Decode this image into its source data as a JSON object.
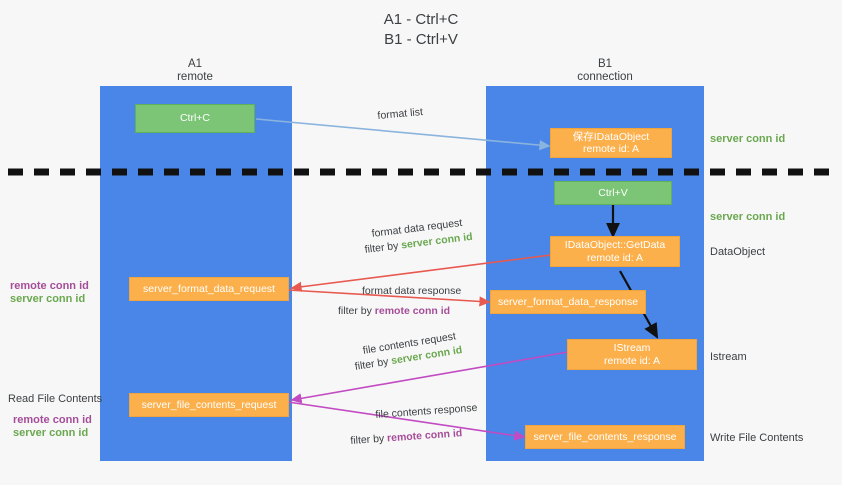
{
  "title": {
    "line1": "A1 - Ctrl+C",
    "line2": "B1 - Ctrl+V"
  },
  "columns": [
    {
      "name": "A1",
      "role": "remote"
    },
    {
      "name": "B1",
      "role": "connection"
    }
  ],
  "boxes": {
    "ctrl_c": "Ctrl+C",
    "ctrl_v": "Ctrl+V",
    "save_idataobject": {
      "line1": "保存IDataObject",
      "line2": "remote id: A"
    },
    "getdata": {
      "line1": "IDataObject::GetData",
      "line2": "remote id: A"
    },
    "istream": {
      "line1": "IStream",
      "line2": "remote id: A"
    },
    "server_format_data_request": "server_format_data_request",
    "server_format_data_response": "server_format_data_response",
    "server_file_contents_request": "server_file_contents_request",
    "server_file_contents_response": "server_file_contents_response"
  },
  "edges": {
    "format_list": "format list",
    "format_data_request": "format data request",
    "format_data_request_filter_prefix": "filter by ",
    "format_data_request_filter_key": "server conn id",
    "format_data_response": "format data response",
    "format_data_response_filter_prefix": "filter by ",
    "format_data_response_filter_key": "remote conn id",
    "file_contents_request": "file contents request",
    "file_contents_request_filter_prefix": "filter by ",
    "file_contents_request_filter_key": "server conn id",
    "file_contents_response": "file contents response",
    "file_contents_response_filter_prefix": "filter by ",
    "file_contents_response_filter_key": "remote conn id"
  },
  "side_labels": {
    "right_server_conn_id_top": "server conn id",
    "right_server_conn_id_mid": "server conn id",
    "right_dataobject": "DataObject",
    "right_istream": "Istream",
    "right_write_file_contents": "Write File Contents",
    "left_remote_conn_id_1": "remote conn id",
    "left_server_conn_id_1": "server conn id",
    "left_read_file_contents": "Read File Contents",
    "left_remote_conn_id_2": "remote conn id",
    "left_server_conn_id_2": "server conn id"
  },
  "colors": {
    "background": "#f7f7f7",
    "lane": "#4a86e8",
    "green_box": "#7cc576",
    "orange_box": "#fbb04c",
    "server_conn_id": "#6aa84f",
    "remote_conn_id": "#a64d9a",
    "arrow_blue": "#8ab4dd",
    "arrow_red": "#e8594f",
    "arrow_magenta": "#c24ac2",
    "arrow_black": "#111111",
    "divider": "#111111"
  }
}
